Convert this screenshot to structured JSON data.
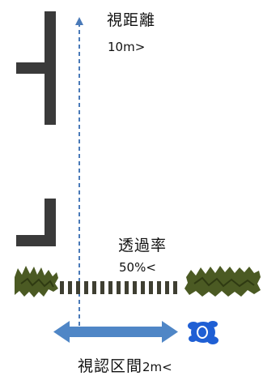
{
  "labels": {
    "distance_title": "視距離",
    "distance_value": "10m>",
    "transparency_title": "透過率",
    "transparency_value": "50%<",
    "section_title": "視認区間",
    "section_value": "2m<"
  },
  "colors": {
    "wall": "#3a3a3a",
    "sight_line": "#4a7ab8",
    "arrow": "#4f86c6",
    "hedge": "#4b5a23",
    "hedge_dark": "#2f3a12",
    "fence_post": "#3f3f32",
    "person": "#1f5fd4"
  },
  "icons": {
    "person": "person-top-view-icon",
    "hedge": "shrub-icon"
  }
}
